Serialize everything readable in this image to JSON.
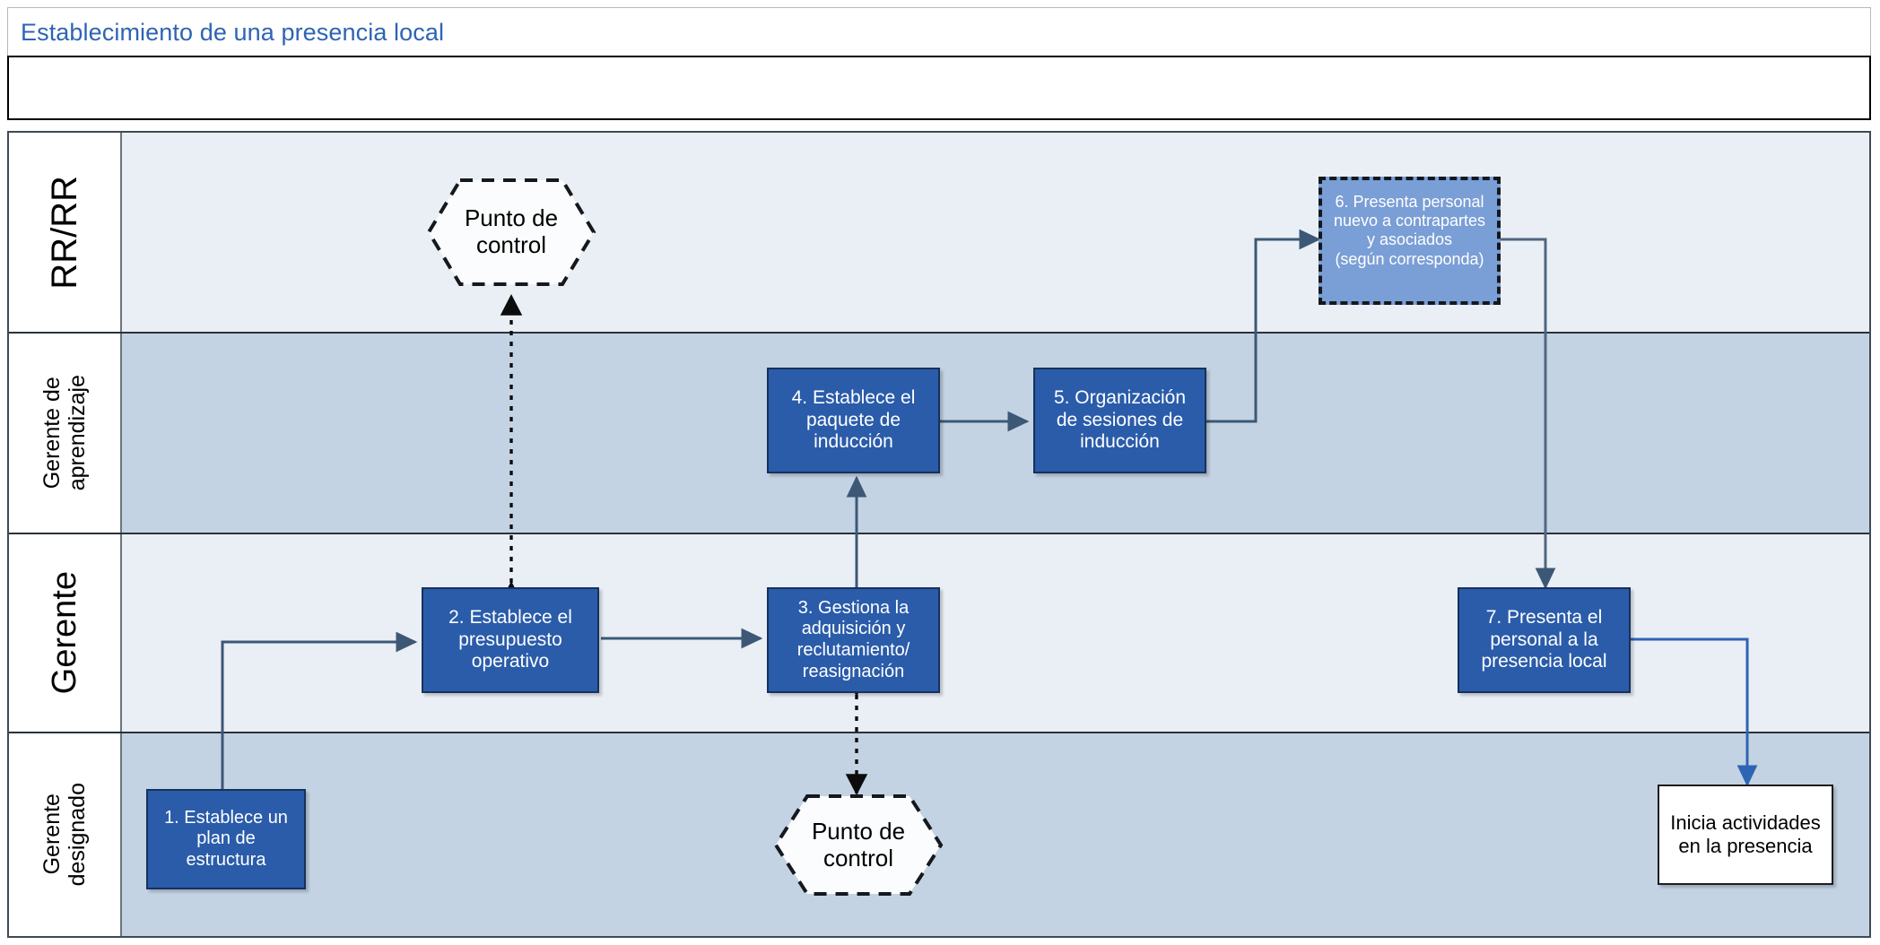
{
  "document": {
    "title": "Establecimiento de una presencia local",
    "title_color": "#2e64b4",
    "subtitle": ""
  },
  "lanes": [
    {
      "id": "rr",
      "label": "RR/RR",
      "band_color": "#eaeff5"
    },
    {
      "id": "apr",
      "label": "Gerente de\naprendizaje",
      "band_color": "#c3d3e3"
    },
    {
      "id": "ger",
      "label": "Gerente",
      "band_color": "#eaeff5"
    },
    {
      "id": "des",
      "label": "Gerente\ndesignado",
      "band_color": "#c3d3e3"
    }
  ],
  "nodes": {
    "checkpoint_top": {
      "label": "Punto de\ncontrol",
      "lane": "rr",
      "shape": "hexagon",
      "style": "dashed-outline"
    },
    "step6": {
      "label": "6.  Presenta personal\nnuevo a contrapartes\ny asociados\n(según corresponda)",
      "lane": "rr",
      "shape": "rect",
      "style": "optional-dashed",
      "fill": "#7a9ed6"
    },
    "step4": {
      "label": "4. Establece el\npaquete de\ninducción",
      "lane": "apr",
      "shape": "rect",
      "style": "process",
      "fill": "#2a5caa"
    },
    "step5": {
      "label": "5. Organización\nde sesiones de\ninducción",
      "lane": "apr",
      "shape": "rect",
      "style": "process",
      "fill": "#2a5caa"
    },
    "step2": {
      "label": "2. Establece el\npresupuesto\noperativo",
      "lane": "ger",
      "shape": "rect",
      "style": "process",
      "fill": "#2a5caa"
    },
    "step3": {
      "label": "3. Gestiona la\nadquisición y\nreclutamiento/\nreasignación",
      "lane": "ger",
      "shape": "rect",
      "style": "process",
      "fill": "#2a5caa"
    },
    "step7": {
      "label": "7. Presenta el\npersonal a la\npresencia local",
      "lane": "ger",
      "shape": "rect",
      "style": "process",
      "fill": "#2a5caa"
    },
    "step1": {
      "label": "1. Establece un\nplan de\nestructura",
      "lane": "des",
      "shape": "rect",
      "style": "process",
      "fill": "#2a5caa"
    },
    "checkpoint_bottom": {
      "label": "Punto de\ncontrol",
      "lane": "des",
      "shape": "hexagon",
      "style": "dashed-outline"
    },
    "end": {
      "label": "Inicia actividades\nen la presencia",
      "lane": "des",
      "shape": "rect",
      "style": "terminal",
      "fill": "#ffffff"
    }
  },
  "connectors": [
    {
      "from": "step1",
      "to": "step2",
      "style": "solid"
    },
    {
      "from": "step2",
      "to": "checkpoint_top",
      "style": "dotted",
      "arrows": "both"
    },
    {
      "from": "step2",
      "to": "step3",
      "style": "solid"
    },
    {
      "from": "step3",
      "to": "checkpoint_bottom",
      "style": "dotted",
      "arrows": "both"
    },
    {
      "from": "step3",
      "to": "step4",
      "style": "solid"
    },
    {
      "from": "step4",
      "to": "step5",
      "style": "solid"
    },
    {
      "from": "step5",
      "to": "step6",
      "style": "solid"
    },
    {
      "from": "step6",
      "to": "step7",
      "style": "solid"
    },
    {
      "from": "step7",
      "to": "end",
      "style": "solid"
    }
  ],
  "palette": {
    "process_fill": "#2a5caa",
    "process_stroke": "#17315c",
    "optional_fill": "#7a9ed6",
    "lane_light": "#eaeff5",
    "lane_dark": "#c3d3e3",
    "connector": "#4f6680",
    "connector_accent": "#2e64b4"
  }
}
